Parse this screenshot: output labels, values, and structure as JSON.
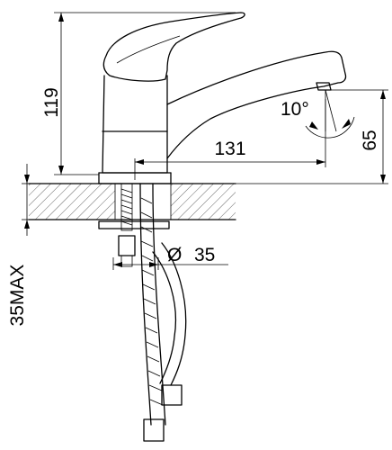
{
  "colors": {
    "line": "#000000",
    "background": "#ffffff"
  },
  "dimensions": {
    "height": "119",
    "spout_reach": "131",
    "spout_angle": "10°",
    "spout_height": "65",
    "diameter_symbol": "Ø",
    "diameter_value": "35",
    "max_thickness": "35MAX"
  }
}
